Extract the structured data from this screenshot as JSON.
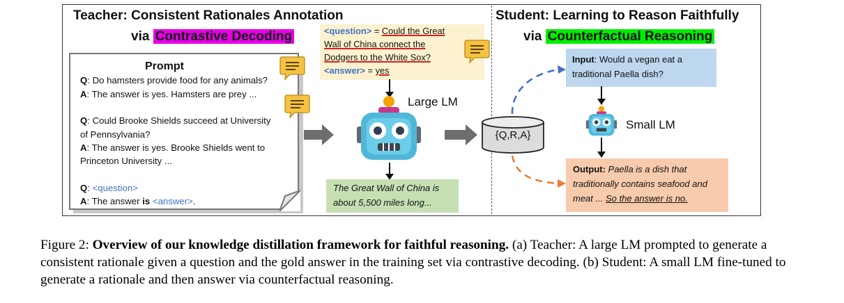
{
  "teacher": {
    "title_line1": "Teacher: Consistent Rationales Annotation",
    "title_via": "via",
    "title_highlight": "Contrastive Decoding"
  },
  "student": {
    "title_line1": "Student: Learning to Reason Faithfully",
    "title_via": "via",
    "title_highlight": "Counterfactual Reasoning"
  },
  "prompt": {
    "title": "Prompt",
    "q1": "Do hamsters provide food for any animals?",
    "a1": "The answer is yes. Hamsters are prey ...",
    "q2_line1": "Could Brooke Shields succeed at University",
    "q2_line2": "of Pennsylvania?",
    "a2_line1": "The answer is yes. Brooke Shields went to",
    "a2_line2": "Princeton University ...",
    "q3_tag": "<question>",
    "a3_pre": "The answer",
    "a3_is": "is",
    "a3_tag": "<answer>",
    "a3_end": ".",
    "q_label": "Q",
    "a_label": "A"
  },
  "teacher_input": {
    "question_tag": "<question>",
    "eq": " = ",
    "question_text_1": "Could the Great",
    "question_text_2": "Wall of China connect the",
    "question_text_3": "Dodgers to the White Sox?",
    "answer_tag": "<answer>",
    "answer_text": "yes"
  },
  "large_lm_label": "Large LM",
  "teacher_output": "The Great Wall of China is about 5,500 miles long...",
  "dataset_label": "{Q,R,A}",
  "student_input": {
    "label": "Input",
    "text": ": Would a vegan eat a traditional Paella dish?"
  },
  "small_lm_label": "Small LM",
  "student_output": {
    "label": "Output:",
    "text": " Paella is a dish that traditionally contains seafood and meat ...",
    "answer": "So the answer is no."
  },
  "caption": {
    "prefix": "Figure 2: ",
    "bold": "Overview of our knowledge distillation framework for faithful reasoning.",
    "rest": " (a) Teacher: A large LM prompted to generate a consistent rationale given a question and the gold answer in the training set via contrastive decoding. (b) Student: A small LM fine-tuned to generate a rationale and then answer via counterfactual reasoning."
  },
  "colors": {
    "magenta_highlight": "#e600e6",
    "green_highlight": "#00ee00",
    "tag_blue": "#4472c4",
    "arrow_gray": "#6e6e6e",
    "arrow_blue_dashed": "#4472c4",
    "arrow_orange_dashed": "#ed7d31"
  }
}
